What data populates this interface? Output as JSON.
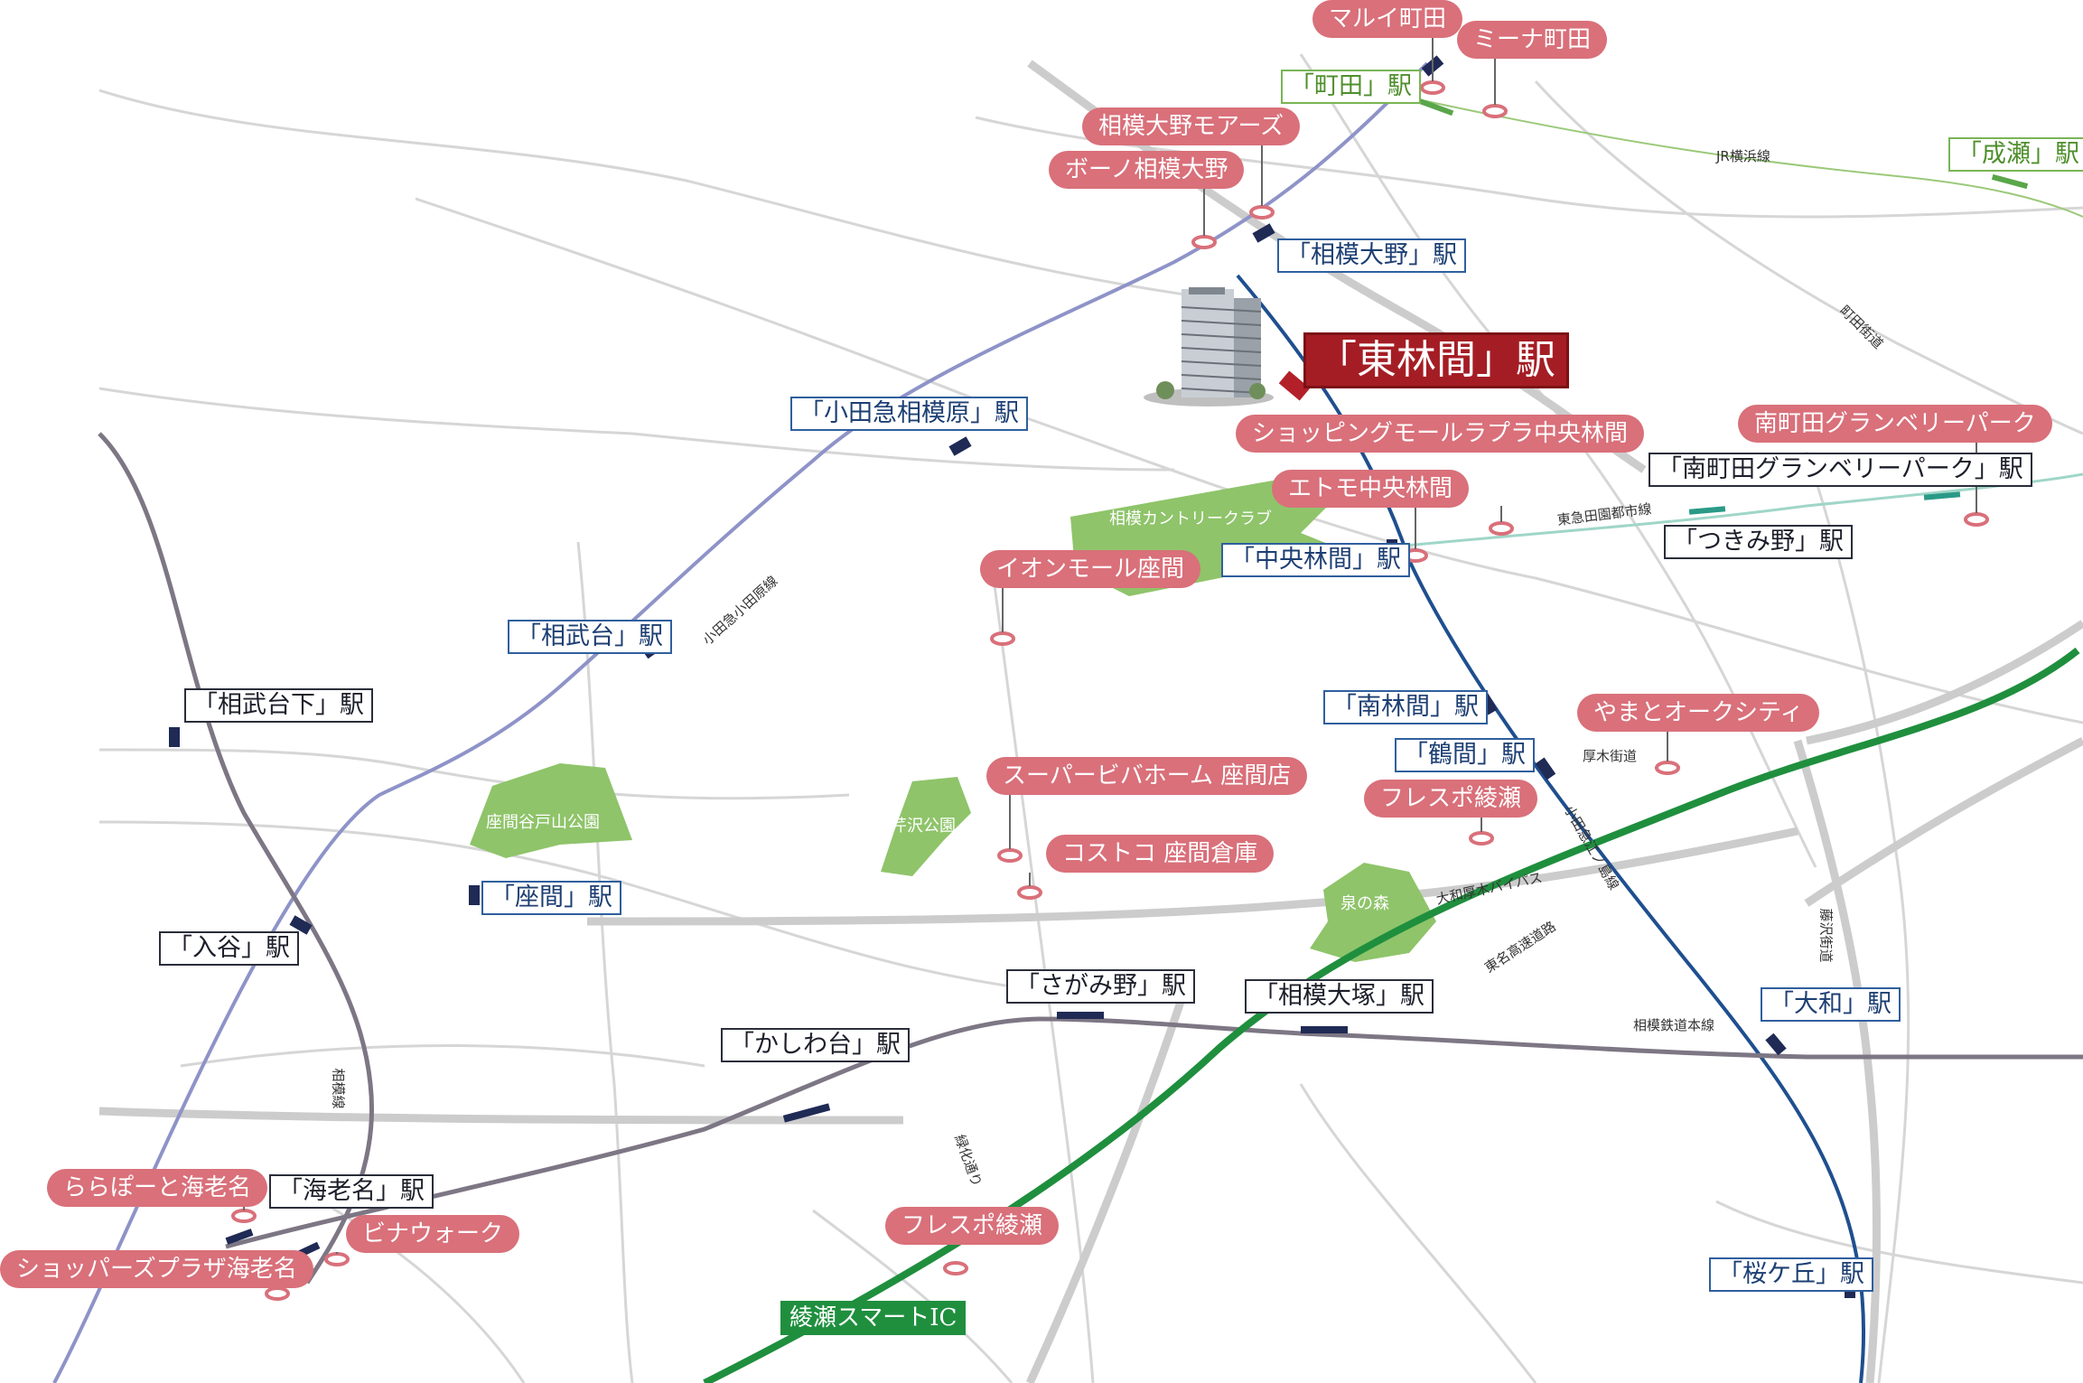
{
  "hero_station": "「東林間」駅",
  "stations": {
    "machida": "「町田」駅",
    "naruse": "「成瀬」駅",
    "sagami_ono": "「相模大野」駅",
    "odakyu_sagamihara": "「小田急相模原」駅",
    "minami_machida": "「南町田グランベリーパーク」駅",
    "tsukimino": "「つきみ野」駅",
    "chuo_rinkan": "「中央林間」駅",
    "sobudai": "「相武台」駅",
    "sobudaishita": "「相武台下」駅",
    "minami_rinkan": "「南林間」駅",
    "tsuruma": "「鶴間」駅",
    "zama": "「座間」駅",
    "iriya": "「入谷」駅",
    "sagamino": "「さがみ野」駅",
    "sagami_otsuka": "「相模大塚」駅",
    "yamato": "「大和」駅",
    "kashiwadai": "「かしわ台」駅",
    "ebina": "「海老名」駅",
    "sakuragaoka": "「桜ケ丘」駅"
  },
  "pois": {
    "marui": "マルイ町田",
    "mina": "ミーナ町田",
    "moas": "相模大野モアーズ",
    "bono": "ボーノ相模大野",
    "laprala": "ショッピングモールラプラ中央林間",
    "grandberry": "南町田グランベリーパーク",
    "etomo": "エトモ中央林間",
    "aeon": "イオンモール座間",
    "yamato_oak": "やまとオークシティ",
    "viva": "スーパービバホーム 座間店",
    "fresupo1": "フレスポ綾瀬",
    "costco": "コストコ 座間倉庫",
    "lalaport": "ららぽーと海老名",
    "vina": "ビナウォーク",
    "shoppers": "ショッパーズプラザ海老名",
    "fresupo2": "フレスポ綾瀬"
  },
  "roads": {
    "jr_yokohama": "JR横浜線",
    "machida_kaido": "町田街道",
    "denentoshi": "東急田園都市線",
    "odakyu_odawara": "小田急小田原線",
    "atsugi_kaido": "厚木街道",
    "odakyu_enoshima": "小田急江ノ島線",
    "yamato_bypass": "大和厚木バイパス",
    "tomei": "東名高速道路",
    "fujisawa_kaido": "藤沢街道",
    "sotetsu": "相模鉄道本線",
    "sagami_line": "相模線",
    "ryokkei": "緑化通り"
  },
  "parks": {
    "country_club": "相模カントリークラブ",
    "zama_yatoyama": "座間谷戸山公園",
    "serizawa": "芹沢公園",
    "izumi": "泉の森"
  },
  "ic": "綾瀬スマートIC",
  "colors": {
    "odakyu": "#8e93c8",
    "enoshima": "#1f4f8f",
    "jr": "#9bc97a",
    "denentoshi": "#9fd6c7",
    "sotetsu": "#7d7684",
    "tomei": "#1f8f3e",
    "poi": "#d9707a",
    "park": "#8fc46a",
    "hero": "#a51d24"
  }
}
